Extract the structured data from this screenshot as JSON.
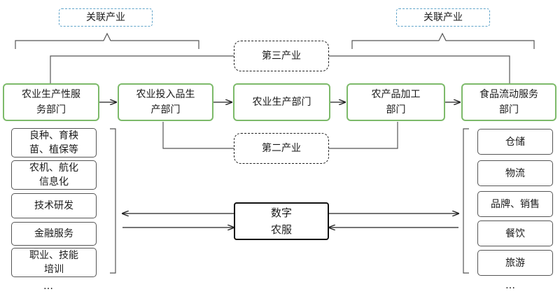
{
  "related_industry": {
    "left_label": "关联产业",
    "right_label": "关联产业"
  },
  "sectors": {
    "tertiary": "第三产业",
    "secondary": "第二产业"
  },
  "chain": [
    "农业生产性服\n务部门",
    "农业投入品生\n产部门",
    "农业生产部门",
    "农产品加工\n部门",
    "食品流动服务\n部门"
  ],
  "left_services": [
    "良种、育秧\n苗、植保等",
    "农机、航化\n信息化",
    "技术研发",
    "金融服务",
    "职业、技能\n培训"
  ],
  "left_more": "…",
  "right_services": [
    "仓储",
    "物流",
    "品牌、销售",
    "餐饮",
    "旅游"
  ],
  "right_more": "…",
  "center": "数字\n农服"
}
